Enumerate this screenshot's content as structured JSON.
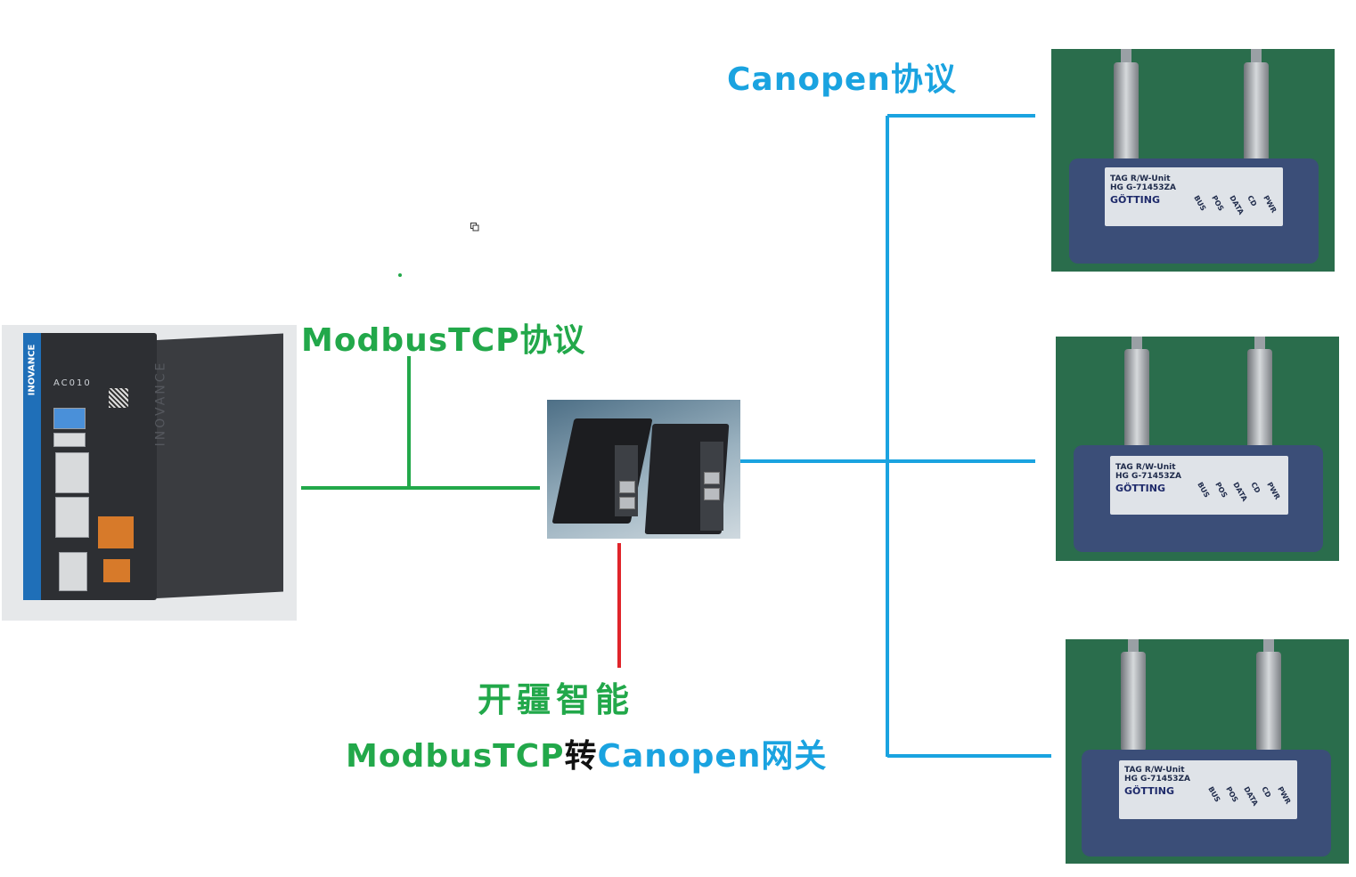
{
  "labels": {
    "canopen_protocol": "Canopen协议",
    "modbus_protocol": "ModbusTCP协议",
    "company": "开疆智能",
    "gateway_part1": "ModbusTCP",
    "gateway_part2": "转",
    "gateway_part3": "Canopen",
    "gateway_part4": "网关"
  },
  "plc": {
    "brand": "INOVANCE",
    "model": "AC010",
    "side_brand": "INOVANCE"
  },
  "rw_units": [
    {
      "title": "TAG R/W-Unit",
      "model": "HG G-71453ZA",
      "logo": "GÖTTING",
      "leds": [
        "BUS",
        "POS",
        "DATA",
        "CD",
        "PWR"
      ]
    },
    {
      "title": "TAG R/W-Unit",
      "model": "HG G-71453ZA",
      "logo": "GÖTTING",
      "leds": [
        "BUS",
        "POS",
        "DATA",
        "CD",
        "PWR"
      ]
    },
    {
      "title": "TAG R/W-Unit",
      "model": "HG G-71453ZA",
      "logo": "GÖTTING",
      "leds": [
        "BUS",
        "POS",
        "DATA",
        "CD",
        "PWR"
      ]
    }
  ],
  "colors": {
    "modbus_line": "#22a84a",
    "canopen_line": "#1aa3e0",
    "gateway_stem": "#e0242a"
  }
}
